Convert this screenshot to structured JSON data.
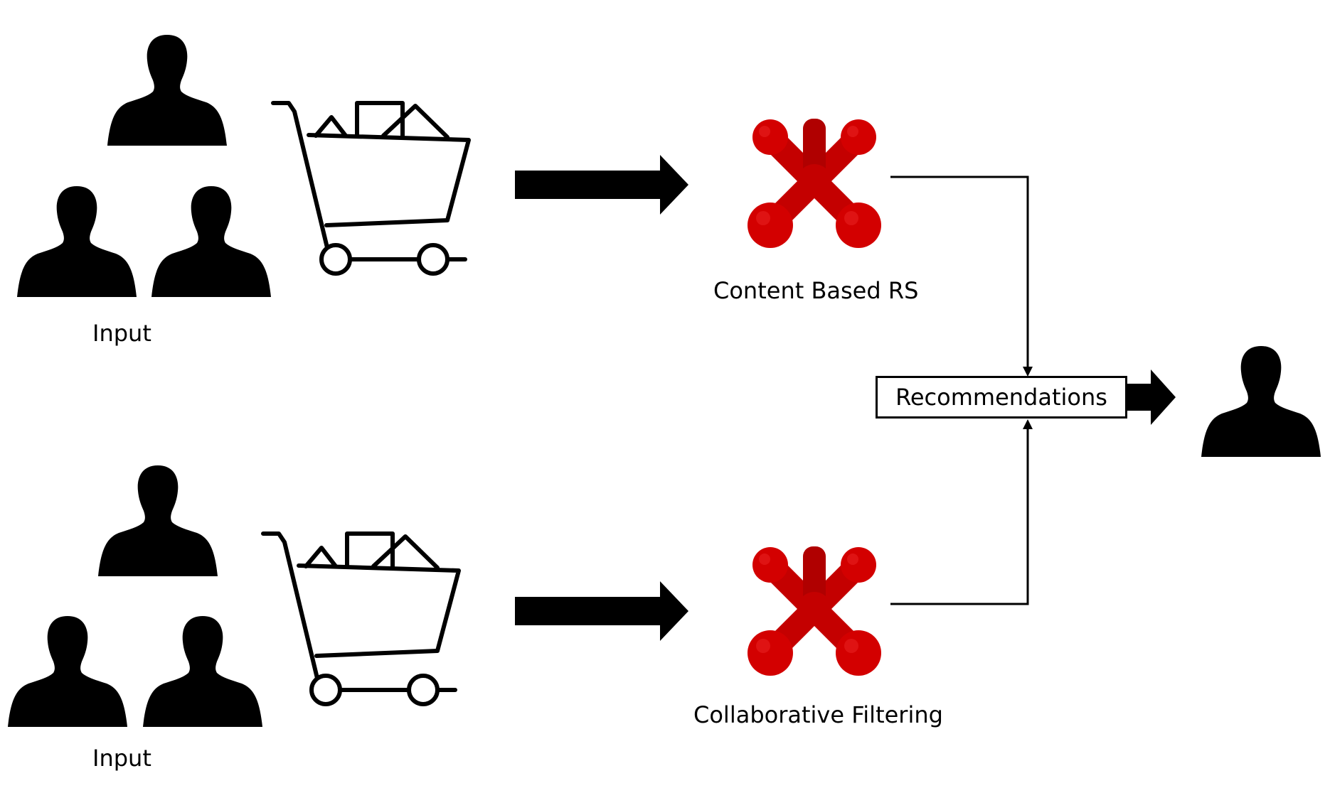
{
  "diagram": {
    "top_input_label": "Input",
    "bottom_input_label": "Input",
    "content_based_label": "Content Based RS",
    "collaborative_label": "Collaborative Filtering",
    "recommendations_label": "Recommendations"
  },
  "colors": {
    "silhouette": "#000000",
    "model_icon": "#cc0000",
    "model_icon_highlight": "#e82020"
  },
  "icons": [
    "user-silhouette-icon",
    "shopping-cart-icon",
    "red-jack-model-icon",
    "arrow-right-icon"
  ]
}
